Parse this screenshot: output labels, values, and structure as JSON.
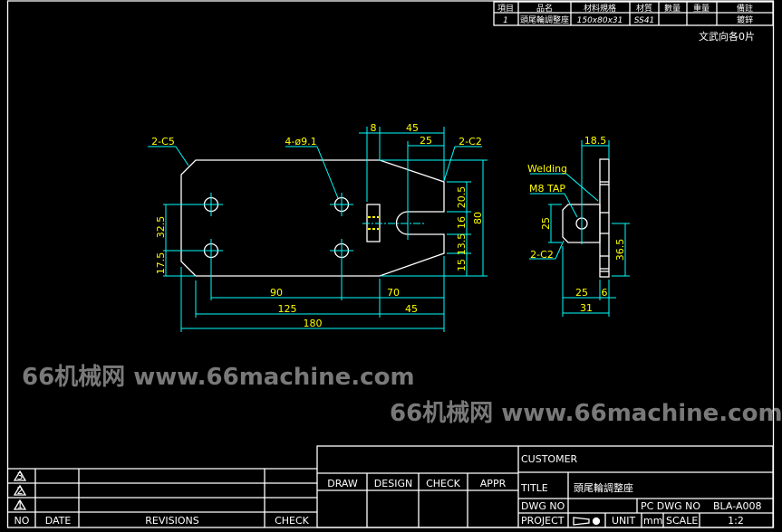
{
  "parts_table": {
    "headers": [
      "項目",
      "品名",
      "材料規格",
      "材質",
      "數量",
      "重量",
      "備註"
    ],
    "row": [
      "1",
      "頭尾輪調整座",
      "150x80x31",
      "SS41",
      "",
      "",
      "鍍鋅"
    ],
    "note": "文武向各0片"
  },
  "title_block": {
    "customer_label": "CUSTOMER",
    "title_label": "TITLE",
    "title_value": "頭尾輪調整座",
    "dwg_no_label": "DWG NO",
    "pc_dwg_no_label": "PC DWG NO",
    "pc_dwg_no_value": "BLA-A008",
    "project_label": "PROJECT",
    "unit_label": "UNIT",
    "unit_value": "mm",
    "scale_label": "SCALE",
    "scale_value": "1:2",
    "signoff": [
      "DRAW",
      "DESIGN",
      "CHECK",
      "APPR"
    ]
  },
  "revisions": {
    "marks": [
      "3",
      "2",
      "1"
    ],
    "headers": [
      "NO",
      "DATE",
      "REVISIONS",
      "CHECK"
    ]
  },
  "front_view": {
    "callouts": {
      "chamfer_left": "2-C5",
      "holes": "4-ø9.1",
      "chamfer_right": "2-C2"
    },
    "dims": {
      "top_8": "8",
      "top_45": "45",
      "top_25": "25",
      "right_20_5": "20.5",
      "right_16": "16",
      "right_13_5": "13.5",
      "right_15": "15",
      "right_80": "80",
      "left_32_5": "32.5",
      "left_17_5": "17.5",
      "bottom_90": "90",
      "bottom_70": "70",
      "bottom_125": "125",
      "bottom_45": "45",
      "bottom_180": "180"
    }
  },
  "side_view": {
    "callouts": {
      "welding": "Welding",
      "tap": "M8 TAP",
      "chamfer": "2-C2"
    },
    "dims": {
      "top_18_5": "18.5",
      "left_25": "25",
      "right_36_5": "36.5",
      "bottom_25": "25",
      "bottom_6": "6",
      "bottom_31": "31"
    }
  },
  "watermark": {
    "left": "66机械网 www.66machine.com",
    "right": "66机械网 www.66machine.com"
  }
}
